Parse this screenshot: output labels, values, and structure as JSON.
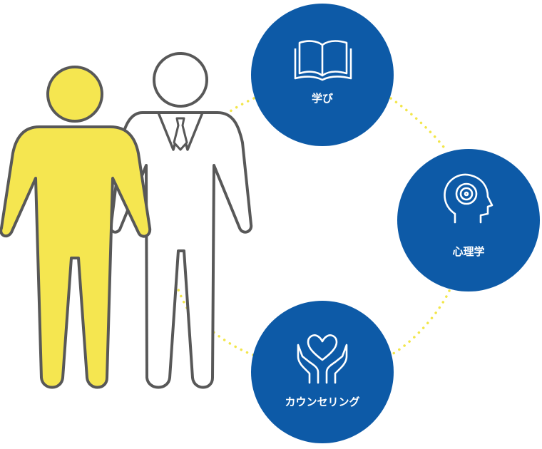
{
  "colors": {
    "circle_fill": "#0d5aa7",
    "dots": "#f2e64a",
    "person_yellow": "#f5e650",
    "outline": "#585858",
    "icon_stroke": "#ffffff",
    "label_text": "#ffffff"
  },
  "figures": [
    {
      "name": "person-yellow",
      "fill": "yellow"
    },
    {
      "name": "person-suit",
      "fill": "white"
    }
  ],
  "circles": [
    {
      "id": "learning",
      "label": "学び",
      "icon": "open-book-icon"
    },
    {
      "id": "psychology",
      "label": "心理学",
      "icon": "head-mind-icon"
    },
    {
      "id": "counseling",
      "label": "カウンセリング",
      "icon": "hands-heart-icon"
    }
  ]
}
